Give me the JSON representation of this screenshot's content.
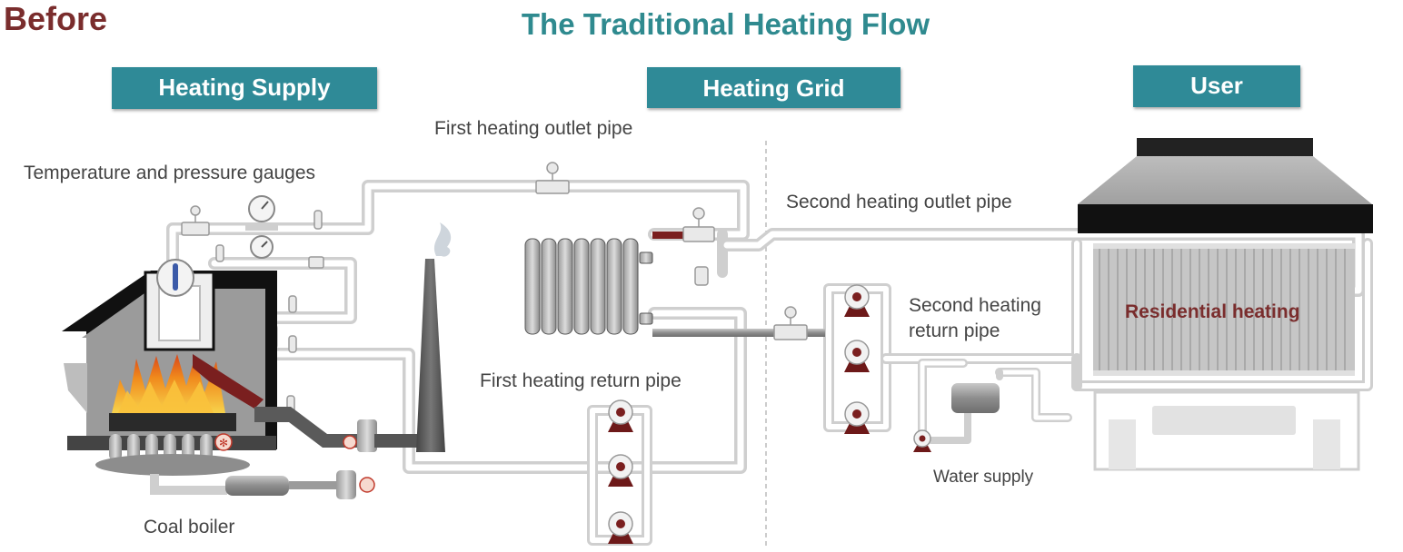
{
  "before_label": "Before",
  "title": "The Traditional Heating Flow",
  "sections": {
    "supply": "Heating Supply",
    "grid": "Heating Grid",
    "user": "User"
  },
  "labels": {
    "gauges": "Temperature and pressure gauges",
    "first_outlet": "First heating outlet pipe",
    "first_return": "First heating return pipe",
    "second_outlet": "Second heating outlet pipe",
    "second_return_line1": "Second heating",
    "second_return_line2": "return pipe",
    "water_supply": "Water supply",
    "coal_boiler": "Coal boiler",
    "residential": "Residential heating"
  },
  "colors": {
    "header_bg": "#2f8a97",
    "title": "#2f8a8f",
    "before": "#7a2d2d",
    "pump": "#7a1f1f",
    "pipe": "#d6d6d6"
  }
}
